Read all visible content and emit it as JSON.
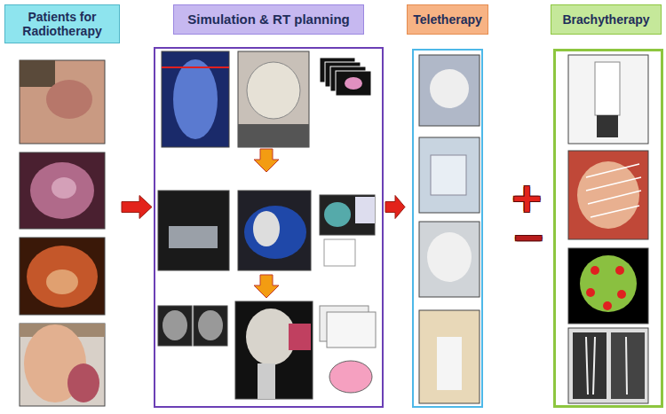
{
  "diagram": {
    "nodes": [
      {
        "text": [
          "Patients for Radiotherapy"
        ]
      },
      {
        "text": [
          "Simulation & RT planning"
        ]
      },
      {
        "text": [
          "Teletherapy"
        ]
      },
      {
        "text": [
          "Brachytherapy"
        ]
      }
    ],
    "edges": [
      {
        "from": 0,
        "to": 1,
        "arrow": "to"
      },
      {
        "from": 1,
        "to": 2,
        "arrow": "to"
      }
    ],
    "labels": [
      "+",
      "−"
    ]
  }
}
